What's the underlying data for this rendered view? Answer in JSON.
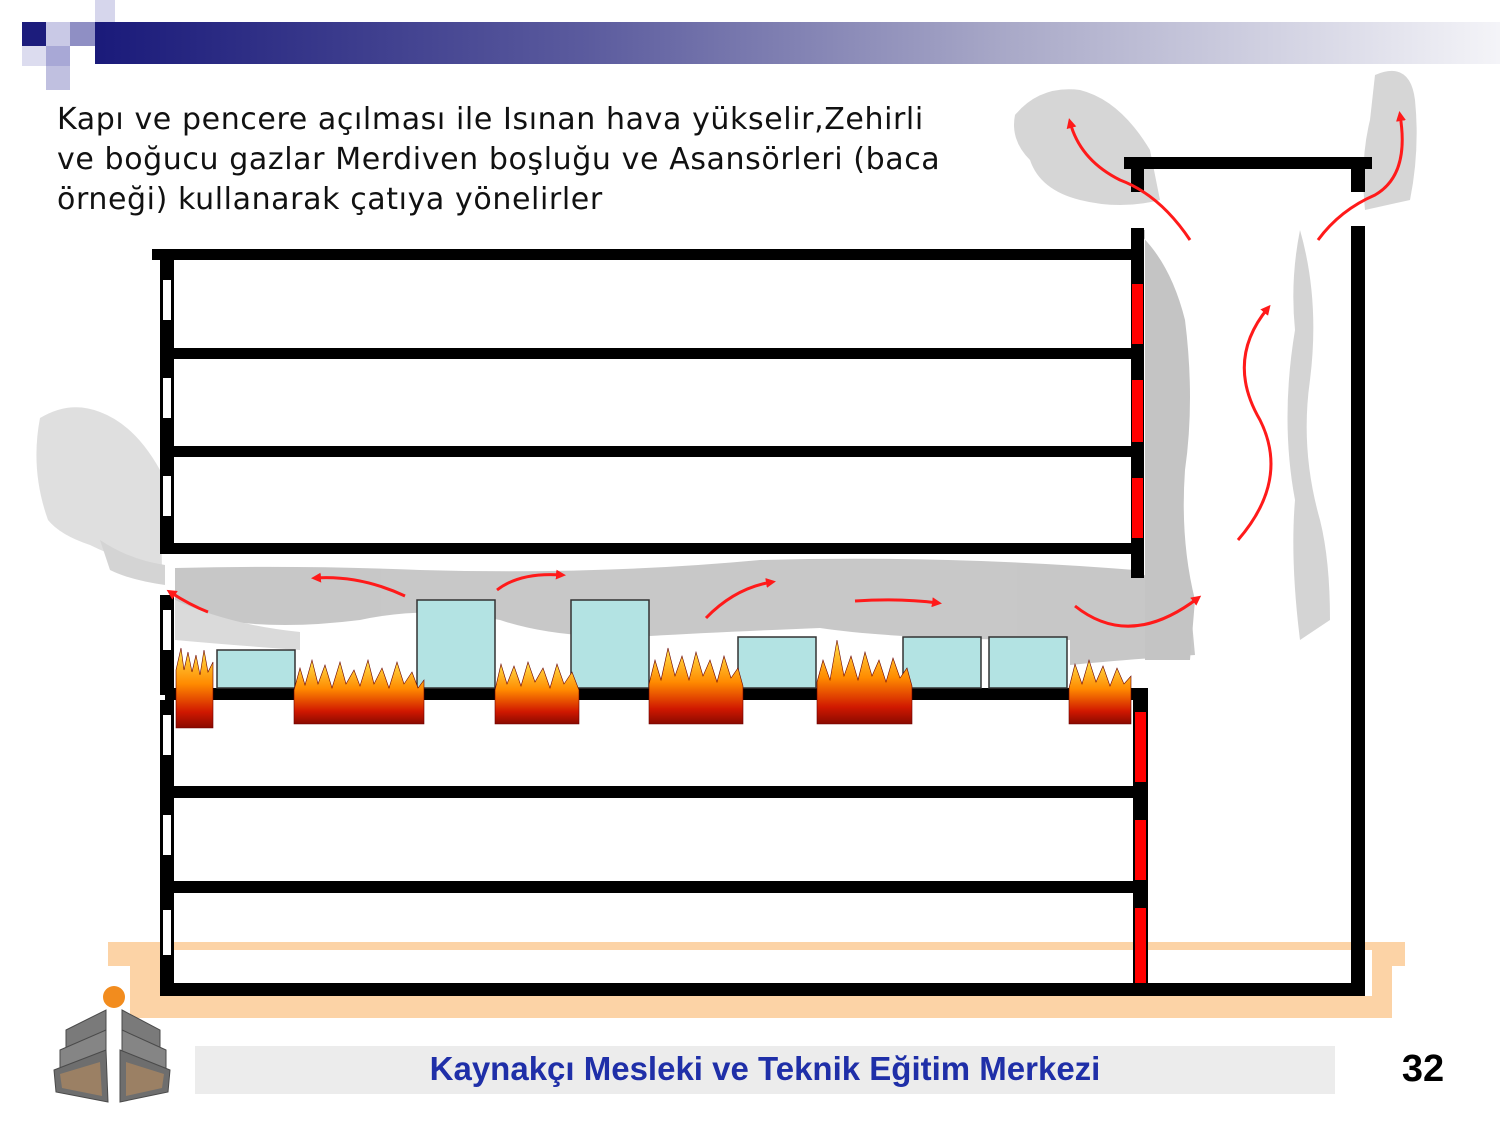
{
  "slide": {
    "description_lines": [
      "Kapı ve pencere açılması ile Isınan hava yükselir,Zehirli",
      "ve boğucu gazlar Merdiven boşluğu ve Asansörleri (baca",
      "örneği) kullanarak çatıya yönelirler"
    ],
    "footer_title": "Kaynakçı Mesleki ve Teknik Eğitim Merkezi",
    "page_number": "32"
  },
  "colors": {
    "header_dark": "#1a1a7a",
    "wall": "#000000",
    "stair_door": "#ff0000",
    "arrow": "#ff1a1a",
    "smoke": "#b9b9b9",
    "furniture": "#b3e3e3",
    "ground": "#fcd3a6",
    "footer_text": "#1f2fa8"
  },
  "icons": [
    "logo-icon"
  ]
}
